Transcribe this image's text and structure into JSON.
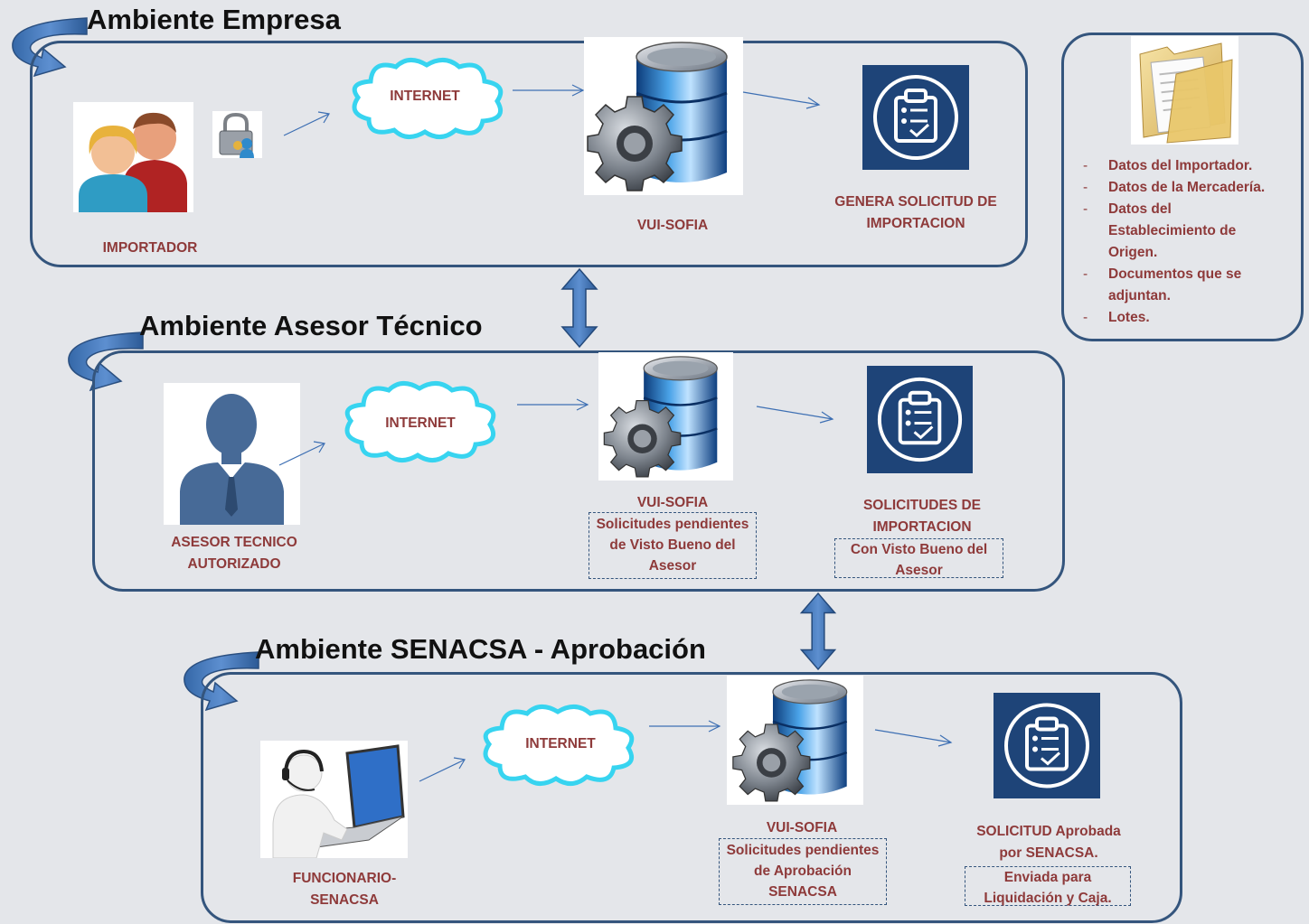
{
  "environments": {
    "empresa": {
      "title": "Ambiente Empresa",
      "actor_label": "IMPORTADOR",
      "network_label": "INTERNET",
      "system_label": "VUI-SOFIA",
      "result_label": "GENERA SOLICITUD DE IMPORTACION"
    },
    "asesor": {
      "title": "Ambiente Asesor Técnico",
      "actor_label": "ASESOR TECNICO AUTORIZADO",
      "network_label": "INTERNET",
      "system_label": "VUI-SOFIA",
      "system_note": "Solicitudes pendientes de Visto Bueno del Asesor",
      "result_label": "SOLICITUDES DE IMPORTACION",
      "result_note": "Con Visto Bueno del Asesor"
    },
    "senacsa": {
      "title": "Ambiente SENACSA - Aprobación",
      "actor_label": "FUNCIONARIO-SENACSA",
      "network_label": "INTERNET",
      "system_label": "VUI-SOFIA",
      "system_note": "Solicitudes pendientes de Aprobación SENACSA",
      "result_label": "SOLICITUD Aprobada por SENACSA.",
      "result_note": "Enviada para Liquidación y Caja."
    }
  },
  "documents_panel": {
    "items": [
      "Datos del Importador.",
      "Datos de la Mercadería.",
      "Datos del Establecimiento de Origen.",
      "Documentos que se adjuntan.",
      "Lotes."
    ]
  },
  "colors": {
    "panel_border": "#34557d",
    "label_text": "#8e3a3a",
    "cloud_stroke": "#37d4f0",
    "icon_square": "#1e4478",
    "arrow": "#3d6fb3"
  }
}
